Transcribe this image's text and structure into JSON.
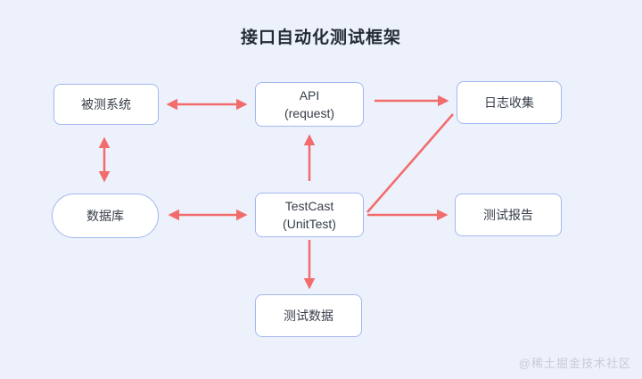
{
  "title": "接口自动化测试框架",
  "watermark": "@稀土掘金技术社区",
  "colors": {
    "background": "#edf1fc",
    "node_fill": "#ffffff",
    "node_border": "#a3b8ef",
    "arrow": "#f26c6c",
    "title_text": "#252b36",
    "node_text": "#363d49",
    "watermark_text": "#c6cbd6"
  },
  "diagram": {
    "nodes": {
      "system_under_test": {
        "label": "被测系统",
        "shape": "rect"
      },
      "api": {
        "line1": "API",
        "line2": "(request)",
        "shape": "rect"
      },
      "log_collection": {
        "label": "日志收集",
        "shape": "rect"
      },
      "database": {
        "label": "数据库",
        "shape": "stadium"
      },
      "testcast": {
        "line1": "TestCast",
        "line2": "(UnitTest)",
        "shape": "rect"
      },
      "test_report": {
        "label": "测试报告",
        "shape": "rect"
      },
      "test_data": {
        "label": "测试数据",
        "shape": "rect"
      }
    },
    "edges": [
      {
        "from": "system_under_test",
        "to": "api",
        "direction": "both"
      },
      {
        "from": "api",
        "to": "log_collection",
        "direction": "forward"
      },
      {
        "from": "system_under_test",
        "to": "database",
        "direction": "both"
      },
      {
        "from": "database",
        "to": "testcast",
        "direction": "both"
      },
      {
        "from": "testcast",
        "to": "api",
        "direction": "forward"
      },
      {
        "from": "testcast",
        "to": "test_report",
        "direction": "forward"
      },
      {
        "from": "testcast",
        "to": "log_collection",
        "direction": "line"
      },
      {
        "from": "testcast",
        "to": "test_data",
        "direction": "forward"
      }
    ]
  }
}
